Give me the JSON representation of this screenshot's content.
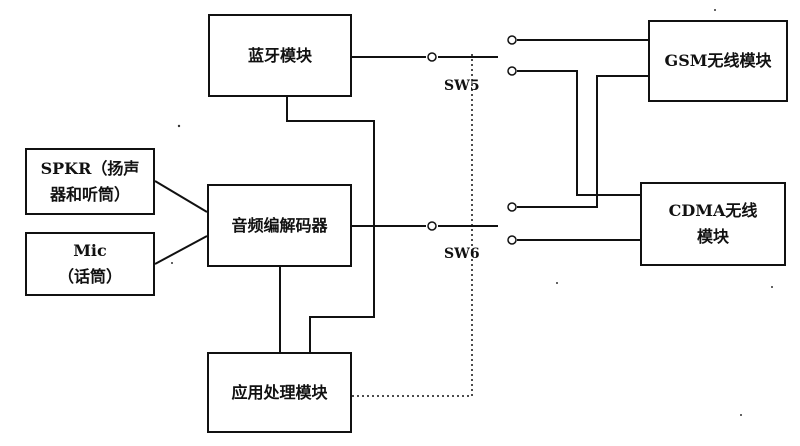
{
  "blocks": {
    "bluetooth": "蓝牙模块",
    "audio_codec": "音频编解码器",
    "app_processor": "应用处理模块",
    "speaker": [
      "SPKR（扬声",
      "器和听筒）"
    ],
    "mic": [
      "Mic",
      "（话筒）"
    ],
    "gsm": "GSM无线模块",
    "cdma": [
      "CDMA无线",
      "模块"
    ]
  },
  "switches": {
    "sw5": "SW5",
    "sw6": "SW6"
  }
}
